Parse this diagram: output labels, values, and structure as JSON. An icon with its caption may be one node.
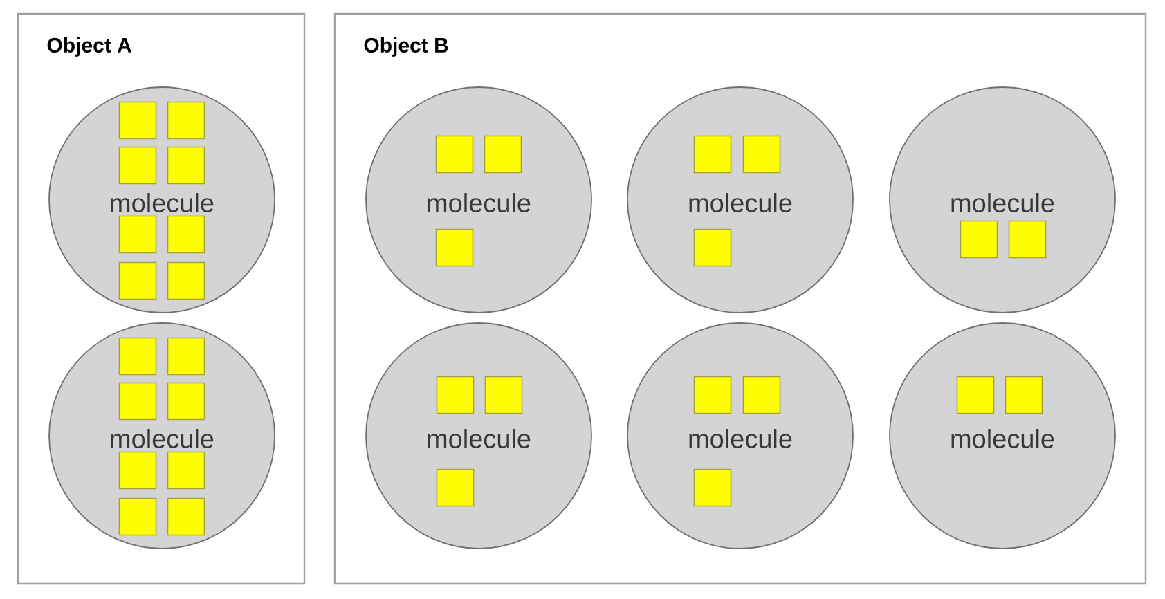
{
  "diagram": {
    "nodes": [
      {
        "text": [
          "Object A"
        ]
      },
      {
        "text": [
          "molecule"
        ],
        "in": 0
      },
      {
        "text": [],
        "shape": "box",
        "in": 1
      },
      {
        "text": [],
        "shape": "box",
        "in": 1
      },
      {
        "text": [],
        "shape": "box",
        "in": 1
      },
      {
        "text": [],
        "shape": "box",
        "in": 1
      },
      {
        "text": [],
        "shape": "box",
        "in": 1
      },
      {
        "text": [],
        "shape": "box",
        "in": 1
      },
      {
        "text": [],
        "shape": "box",
        "in": 1
      },
      {
        "text": [],
        "shape": "box",
        "in": 1
      },
      {
        "text": [
          "molecule"
        ],
        "in": 0
      },
      {
        "text": [],
        "shape": "box",
        "in": 10
      },
      {
        "text": [],
        "shape": "box",
        "in": 10
      },
      {
        "text": [],
        "shape": "box",
        "in": 10
      },
      {
        "text": [],
        "shape": "box",
        "in": 10
      },
      {
        "text": [],
        "shape": "box",
        "in": 10
      },
      {
        "text": [],
        "shape": "box",
        "in": 10
      },
      {
        "text": [],
        "shape": "box",
        "in": 10
      },
      {
        "text": [],
        "shape": "box",
        "in": 10
      },
      {
        "text": [
          "Object B"
        ]
      },
      {
        "text": [
          "molecule"
        ],
        "in": 19
      },
      {
        "text": [],
        "shape": "box",
        "in": 20
      },
      {
        "text": [],
        "shape": "box",
        "in": 20
      },
      {
        "text": [],
        "shape": "box",
        "in": 20
      },
      {
        "text": [
          "molecule"
        ],
        "in": 19
      },
      {
        "text": [],
        "shape": "box",
        "in": 24
      },
      {
        "text": [],
        "shape": "box",
        "in": 24
      },
      {
        "text": [],
        "shape": "box",
        "in": 24
      },
      {
        "text": [
          "molecule"
        ],
        "in": 19
      },
      {
        "text": [],
        "shape": "box",
        "in": 28
      },
      {
        "text": [],
        "shape": "box",
        "in": 28
      },
      {
        "text": [
          "molecule"
        ],
        "in": 19
      },
      {
        "text": [],
        "shape": "box",
        "in": 31
      },
      {
        "text": [],
        "shape": "box",
        "in": 31
      },
      {
        "text": [],
        "shape": "box",
        "in": 31
      },
      {
        "text": [
          "molecule"
        ],
        "in": 19
      },
      {
        "text": [],
        "shape": "box",
        "in": 35
      },
      {
        "text": [],
        "shape": "box",
        "in": 35
      },
      {
        "text": [],
        "shape": "box",
        "in": 35
      },
      {
        "text": [
          "molecule"
        ],
        "in": 19
      },
      {
        "text": [],
        "shape": "box",
        "in": 39
      },
      {
        "text": [],
        "shape": "box",
        "in": 39
      }
    ]
  }
}
